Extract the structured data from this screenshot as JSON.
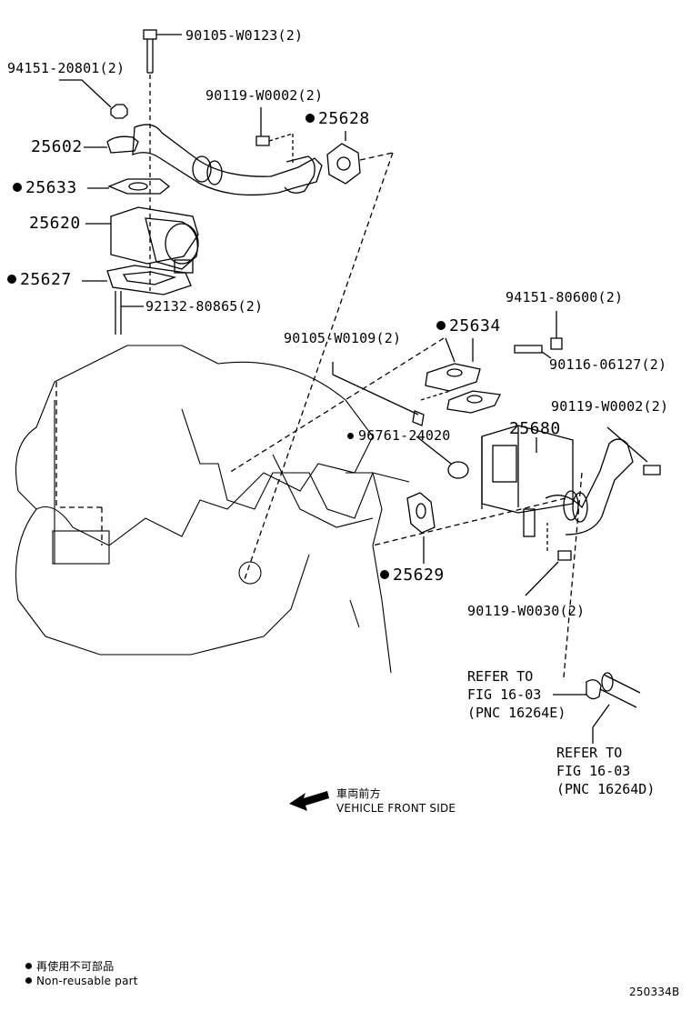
{
  "labels": {
    "bolt_top": "90105-W0123(2)",
    "nut_left": "94151-20801(2)",
    "bolt_pipe": "90119-W0002(2)",
    "gasket_25628": "25628",
    "pipe_25602": "25602",
    "gasket_25633": "25633",
    "valve_25620": "25620",
    "gasket_25627": "25627",
    "stud": "92132-80865(2)",
    "nut_right": "94151-80600(2)",
    "gasket_25634": "25634",
    "bolt_left_mid": "90105-W0109(2)",
    "bolt_right_mid": "90116-06127(2)",
    "bolt_right_pipe": "90119-W0002(2)",
    "oring": "96761-24020",
    "cooler": "25680",
    "gasket_25629": "25629",
    "bolt_bottom": "90119-W0030(2)"
  },
  "refs": {
    "ref_left": "REFER TO\nFIG 16-03\n(PNC 16264E)",
    "ref_right": "REFER TO\nFIG 16-03\n(PNC 16264D)"
  },
  "direction": {
    "jp": "車両前方",
    "en": "VEHICLE FRONT SIDE"
  },
  "legend": {
    "jp": "再使用不可部品",
    "en": "Non-reusable part"
  },
  "figure_id": "250334B"
}
